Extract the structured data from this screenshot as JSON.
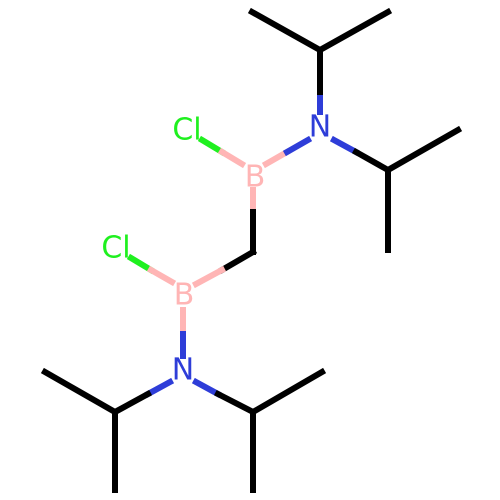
{
  "molecule": {
    "atoms": {
      "cl1": {
        "symbol": "Cl",
        "color": "#1FF01F"
      },
      "cl2": {
        "symbol": "Cl",
        "color": "#1FF01F"
      },
      "b1": {
        "symbol": "B",
        "color": "#FFB5B5"
      },
      "b2": {
        "symbol": "B",
        "color": "#FFB5B5"
      },
      "n1": {
        "symbol": "N",
        "color": "#2E3DD8"
      },
      "n2": {
        "symbol": "N",
        "color": "#2E3DD8"
      }
    },
    "colors": {
      "bond": "#000000",
      "background": "#FFFFFF"
    }
  }
}
